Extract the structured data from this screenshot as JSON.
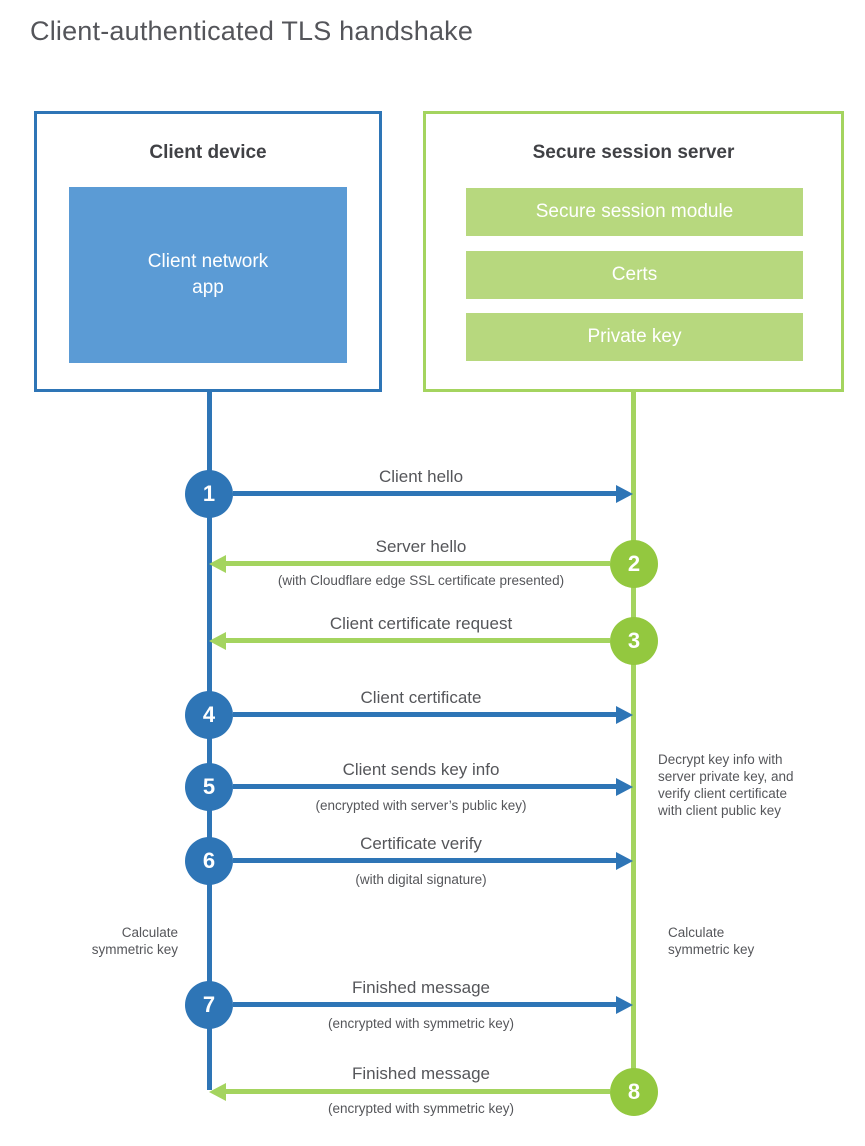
{
  "title": "Client-authenticated TLS handshake",
  "colors": {
    "blue": "#2e75b6",
    "blue_fill": "#5b9bd5",
    "green_line": "#a4d45f",
    "green_circle": "#93c83f",
    "green_fill": "#b7d87e",
    "text": "#55565a",
    "heading": "#404145"
  },
  "client_box": {
    "title": "Client device",
    "app_label": "Client network\napp"
  },
  "server_box": {
    "title": "Secure session server",
    "modules": [
      "Secure session module",
      "Certs",
      "Private key"
    ]
  },
  "steps": [
    {
      "num": "1",
      "label": "Client hello",
      "sub": "",
      "direction": "client-to-server"
    },
    {
      "num": "2",
      "label": "Server hello",
      "sub": "(with Cloudflare edge SSL certificate presented)",
      "direction": "server-to-client"
    },
    {
      "num": "3",
      "label": "Client certificate request",
      "sub": "",
      "direction": "server-to-client"
    },
    {
      "num": "4",
      "label": "Client certificate",
      "sub": "",
      "direction": "client-to-server"
    },
    {
      "num": "5",
      "label": "Client sends key info",
      "sub": "(encrypted with server’s public key)",
      "direction": "client-to-server"
    },
    {
      "num": "6",
      "label": "Certificate verify",
      "sub": "(with digital signature)",
      "direction": "client-to-server"
    },
    {
      "num": "7",
      "label": "Finished message",
      "sub": "(encrypted with symmetric key)",
      "direction": "client-to-server"
    },
    {
      "num": "8",
      "label": "Finished message",
      "sub": "(encrypted with symmetric key)",
      "direction": "server-to-client"
    }
  ],
  "annotations": {
    "decrypt_note": "Decrypt key info with\nserver private key, and\nverify client certificate\nwith client public key",
    "calc_left": "Calculate\nsymmetric key",
    "calc_right": "Calculate\nsymmetric key"
  }
}
